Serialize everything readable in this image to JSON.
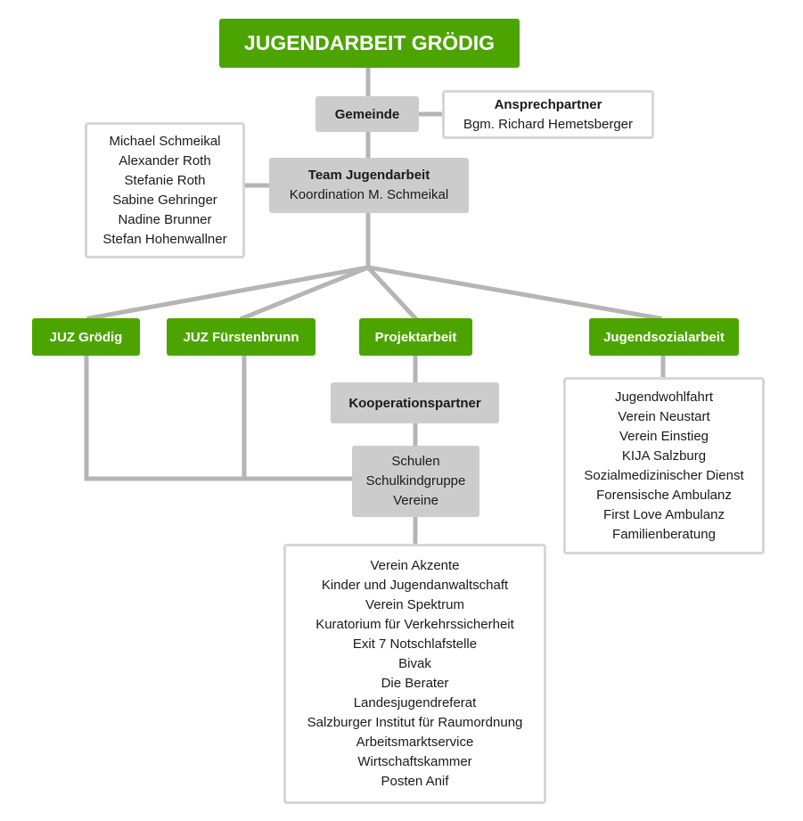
{
  "title": "JUGENDARBEIT GRÖDIG",
  "colors": {
    "green": "#4ca400",
    "gray_box": "#cccccc",
    "connector": "#b5b5b5",
    "white_border": "#d6d6d6"
  },
  "gemeinde": {
    "label": "Gemeinde"
  },
  "ansprechpartner": {
    "heading": "Ansprechpartner",
    "name": "Bgm. Richard Hemetsberger"
  },
  "team": {
    "heading": "Team Jugendarbeit",
    "subtitle": "Koordination M. Schmeikal"
  },
  "team_members": [
    "Michael Schmeikal",
    "Alexander Roth",
    "Stefanie Roth",
    "Sabine Gehringer",
    "Nadine Brunner",
    "Stefan Hohenwallner"
  ],
  "branches": [
    "JUZ Grödig",
    "JUZ Fürstenbrunn",
    "Projektarbeit",
    "Jugendsozialarbeit"
  ],
  "kooperationspartner": {
    "label": "Kooperationspartner"
  },
  "einrichtungen": [
    "Schulen",
    "Schulkindgruppe",
    "Vereine"
  ],
  "partners": [
    "Verein Akzente",
    "Kinder und Jugendanwaltschaft",
    "Verein Spektrum",
    "Kuratorium für Verkehrssicherheit",
    "Exit 7 Notschlafstelle",
    "Bivak",
    "Die Berater",
    "Landesjugendreferat",
    "Salzburger Institut für Raumordnung",
    "Arbeitsmarktservice",
    "Wirtschaftskammer",
    "Posten Anif"
  ],
  "jugendsozialarbeit_partners": [
    "Jugendwohlfahrt",
    "Verein Neustart",
    "Verein Einstieg",
    "KIJA Salzburg",
    "Sozialmedizinischer Dienst",
    "Forensische Ambulanz",
    "First Love Ambulanz",
    "Familienberatung"
  ]
}
